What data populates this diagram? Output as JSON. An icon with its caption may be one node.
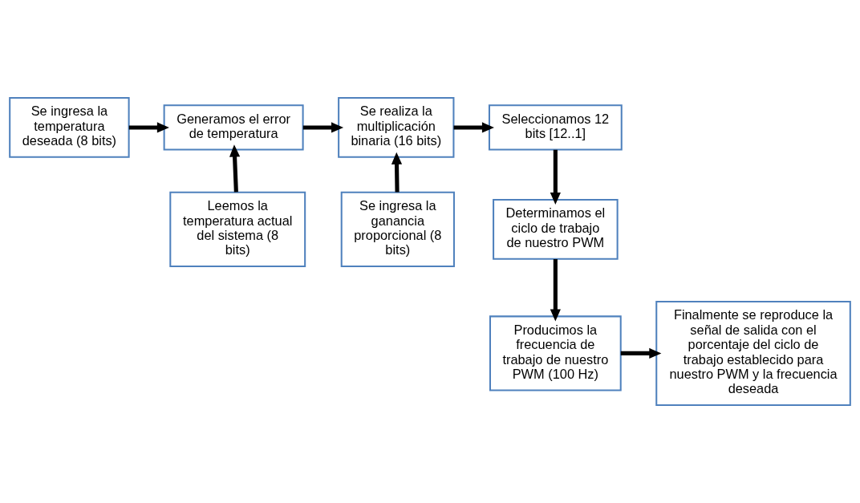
{
  "diagram": {
    "nodes": [
      {
        "text": [
          "Se ingresa la temperatura deseada (8 bits)"
        ]
      },
      {
        "text": [
          "Generamos el error de temperatura"
        ]
      },
      {
        "text": [
          "Se realiza la multiplicación binaria (16 bits)"
        ]
      },
      {
        "text": [
          "Seleccionamos 12 bits [12..1]"
        ]
      },
      {
        "text": [
          "Leemos la temperatura actual del sistema (8 bits)"
        ]
      },
      {
        "text": [
          "Se ingresa la ganancia proporcional (8 bits)"
        ]
      },
      {
        "text": [
          "Determinamos el ciclo de trabajo de nuestro PWM"
        ]
      },
      {
        "text": [
          "Finalmente se reproduce la señal de salida con el porcentaje del ciclo de trabajo establecido para nuestro PWM y la frecuencia deseada"
        ]
      },
      {
        "text": [
          "Producimos la frecuencia de trabajo de nuestro PWM (100 Hz)"
        ]
      }
    ],
    "edges": [
      {
        "from": 0,
        "to": 1,
        "arrow": "to"
      },
      {
        "from": 1,
        "to": 2,
        "arrow": "to"
      },
      {
        "from": 2,
        "to": 3,
        "arrow": "to"
      },
      {
        "from": 4,
        "to": 1,
        "arrow": "to"
      },
      {
        "from": 5,
        "to": 2,
        "arrow": "to"
      },
      {
        "from": 3,
        "to": 6,
        "arrow": "to"
      },
      {
        "from": 6,
        "to": 8,
        "arrow": "to"
      },
      {
        "from": 8,
        "to": 7,
        "arrow": "to"
      }
    ]
  }
}
